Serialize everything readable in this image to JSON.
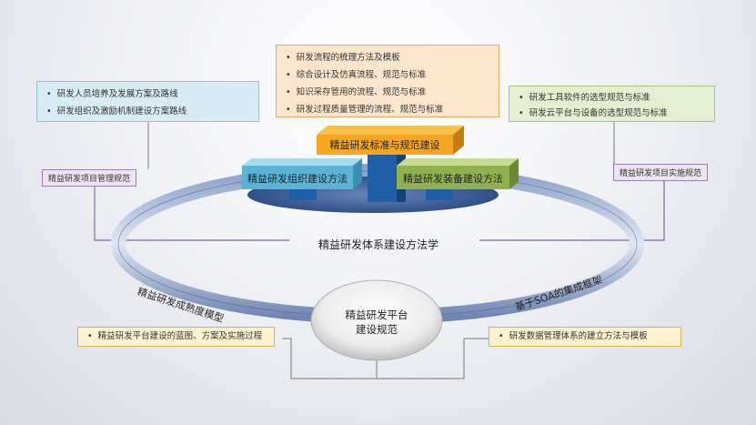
{
  "orange_box": {
    "items": [
      "研发流程的梳理方法及模板",
      "综合设计及仿真流程、规范与标准",
      "知识采存管用的流程、规范与标准",
      "研发过程质量管理的流程、规范与标准"
    ]
  },
  "blue_box": {
    "items": [
      "研发人员培养及发展方案及路线",
      "研发组织及激励机制建设方案路线"
    ]
  },
  "green_box": {
    "items": [
      "研发工具软件的选型规范与标准",
      "研发云平台与设备的选型规范与标准"
    ]
  },
  "tags": {
    "mgmt": "精益研发项目管理规范",
    "impl": "精益研发项目实施规范"
  },
  "blocks": {
    "standard": "精益研发标准与规范建设",
    "organization": "精益研发组织建设方法",
    "equipment": "精益研发装备建设方法"
  },
  "ring": {
    "center_title": "精益研发体系建设方法学",
    "left_label": "精益研发成熟度模型",
    "right_label": "基于SOA的集成框架"
  },
  "hub": {
    "line1": "精益研发平台",
    "line2": "建设规范"
  },
  "bottom": {
    "left": "精益研发平台建设的蓝图、方案及实施过程",
    "right": "研发数据管理体系的建立方法与模板"
  },
  "colors": {
    "orange": "#f5a623",
    "blue_block": "#5ab4d6",
    "green_block": "#8fb24f",
    "navy": "#1f5fa8"
  }
}
